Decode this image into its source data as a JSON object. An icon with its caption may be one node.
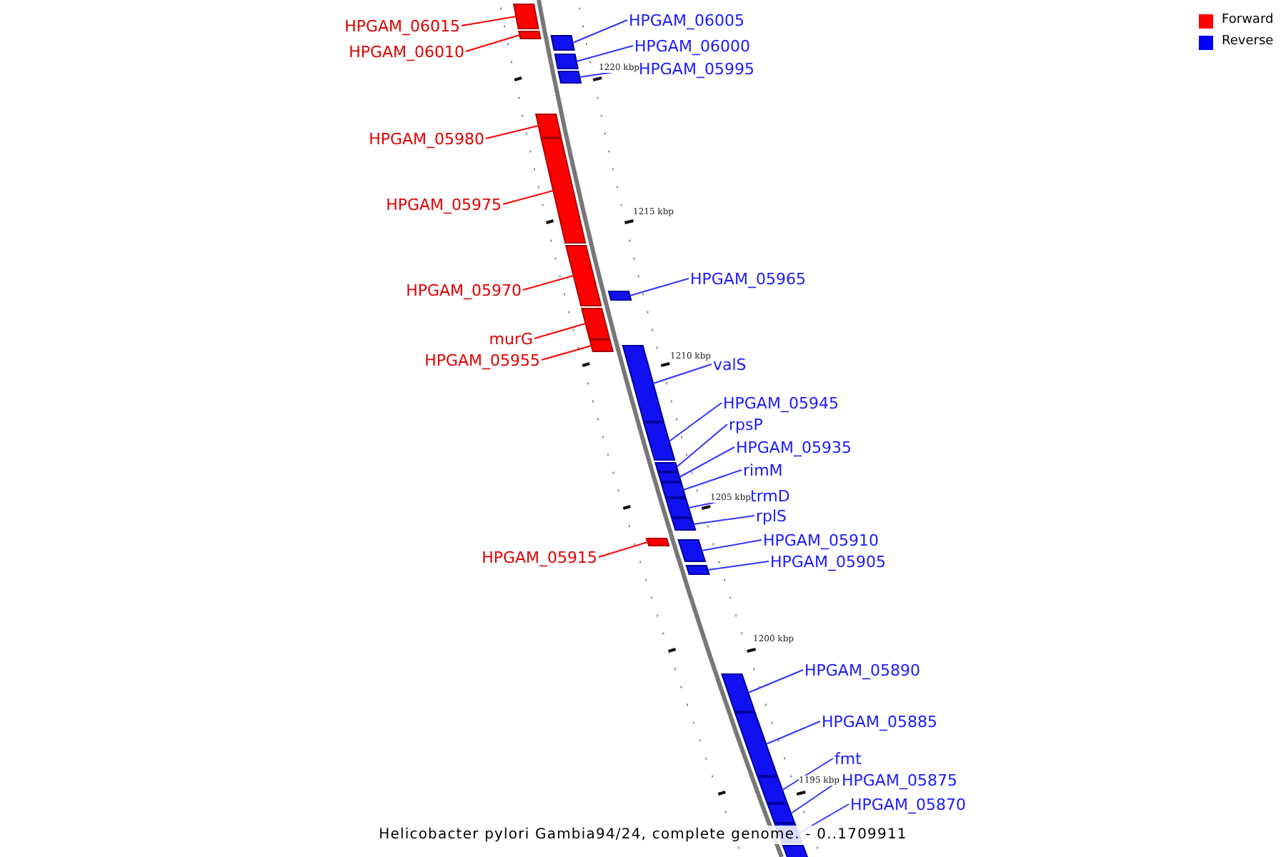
{
  "diagram": {
    "caption": "Helicobacter pylori Gambia94/24, complete genome. - 0..1709911",
    "nodes": [
      {
        "text": [
          "HPGAM_06015"
        ]
      },
      {
        "text": [
          "HPGAM_06005"
        ]
      },
      {
        "text": [
          "HPGAM_06000"
        ]
      },
      {
        "text": [
          "HPGAM_06010"
        ]
      },
      {
        "text": [
          "HPGAM_05995"
        ]
      },
      {
        "text": [
          "HPGAM_05980"
        ]
      },
      {
        "text": [
          "HPGAM_05975"
        ]
      },
      {
        "text": [
          "HPGAM_05965"
        ]
      },
      {
        "text": [
          "HPGAM_05970"
        ]
      },
      {
        "text": [
          "murG"
        ]
      },
      {
        "text": [
          "HPGAM_05955"
        ]
      },
      {
        "text": [
          "valS"
        ]
      },
      {
        "text": [
          "HPGAM_05945"
        ]
      },
      {
        "text": [
          "rpsP"
        ]
      },
      {
        "text": [
          "HPGAM_05935"
        ]
      },
      {
        "text": [
          "rimM"
        ]
      },
      {
        "text": [
          "trmD"
        ]
      },
      {
        "text": [
          "rplS"
        ]
      },
      {
        "text": [
          "HPGAM_05910"
        ]
      },
      {
        "text": [
          "HPGAM_05915"
        ]
      },
      {
        "text": [
          "HPGAM_05905"
        ]
      },
      {
        "text": [
          "HPGAM_05890"
        ]
      },
      {
        "text": [
          "HPGAM_05885"
        ]
      },
      {
        "text": [
          "fmt"
        ]
      },
      {
        "text": [
          "HPGAM_05875"
        ]
      },
      {
        "text": [
          "HPGAM_05870"
        ]
      },
      {
        "text": [],
        "shape": "bar"
      },
      {
        "text": [],
        "shape": "bar"
      },
      {
        "text": [],
        "shape": "bar"
      },
      {
        "text": [],
        "shape": "bar"
      },
      {
        "text": [],
        "shape": "bar"
      },
      {
        "text": [],
        "shape": "bar"
      },
      {
        "text": [],
        "shape": "bar"
      },
      {
        "text": [],
        "shape": "bar"
      },
      {
        "text": [],
        "shape": "bar"
      },
      {
        "text": [],
        "shape": "bar"
      },
      {
        "text": [],
        "shape": "bar"
      },
      {
        "text": [],
        "shape": "bar"
      },
      {
        "text": [],
        "shape": "bar"
      },
      {
        "text": [],
        "shape": "bar"
      },
      {
        "text": [],
        "shape": "bar"
      },
      {
        "text": [],
        "shape": "bar"
      },
      {
        "text": [],
        "shape": "bar"
      },
      {
        "text": [],
        "shape": "bar"
      },
      {
        "text": [],
        "shape": "bar"
      },
      {
        "text": [],
        "shape": "bar"
      },
      {
        "text": [],
        "shape": "bar"
      },
      {
        "text": [],
        "shape": "bar"
      },
      {
        "text": [],
        "shape": "bar"
      },
      {
        "text": [],
        "shape": "bar"
      },
      {
        "text": [],
        "shape": "bar"
      },
      {
        "text": [],
        "shape": "bar"
      },
      {
        "text": [],
        "shape": "bar"
      }
    ],
    "edges": [
      {
        "from": 0,
        "to": 26,
        "arrow": "none",
        "color": "#ff0000"
      },
      {
        "from": 1,
        "to": 28,
        "arrow": "none"
      },
      {
        "from": 2,
        "to": 29,
        "arrow": "none"
      },
      {
        "from": 3,
        "to": 27,
        "arrow": "none",
        "color": "#ff0000"
      },
      {
        "from": 4,
        "to": 30,
        "arrow": "none"
      },
      {
        "from": 5,
        "to": 31,
        "arrow": "none",
        "color": "#ff0000"
      },
      {
        "from": 6,
        "to": 32,
        "arrow": "none",
        "color": "#ff0000"
      },
      {
        "from": 7,
        "to": 34,
        "arrow": "none"
      },
      {
        "from": 8,
        "to": 33,
        "arrow": "none",
        "color": "#ff0000"
      },
      {
        "from": 9,
        "to": 35,
        "arrow": "none",
        "color": "#ff0000"
      },
      {
        "from": 10,
        "to": 36,
        "arrow": "none",
        "color": "#ff0000"
      },
      {
        "from": 11,
        "to": 37,
        "arrow": "none"
      },
      {
        "from": 12,
        "to": 38,
        "arrow": "none"
      },
      {
        "from": 13,
        "to": 39,
        "arrow": "none"
      },
      {
        "from": 14,
        "to": 40,
        "arrow": "none"
      },
      {
        "from": 15,
        "to": 41,
        "arrow": "none"
      },
      {
        "from": 16,
        "to": 42,
        "arrow": "none"
      },
      {
        "from": 17,
        "to": 43,
        "arrow": "none"
      },
      {
        "from": 18,
        "to": 45,
        "arrow": "none"
      },
      {
        "from": 19,
        "to": 44,
        "arrow": "none",
        "color": "#ff0000"
      },
      {
        "from": 20,
        "to": 46,
        "arrow": "none"
      },
      {
        "from": 21,
        "to": 47,
        "arrow": "none"
      },
      {
        "from": 22,
        "to": 48,
        "arrow": "none"
      },
      {
        "from": 23,
        "to": 49,
        "arrow": "none"
      },
      {
        "from": 24,
        "to": 50,
        "arrow": "none"
      },
      {
        "from": 25,
        "to": 51,
        "arrow": "none"
      }
    ],
    "labels": [
      "1220 kbp",
      "1215 kbp",
      "1210 kbp",
      "1205 kbp",
      "1200 kbp",
      "1195 kbp"
    ],
    "legend": [
      {
        "text": "Forward",
        "color": "#ff0000"
      },
      {
        "text": "Reverse",
        "color": "#0000ff"
      }
    ]
  }
}
